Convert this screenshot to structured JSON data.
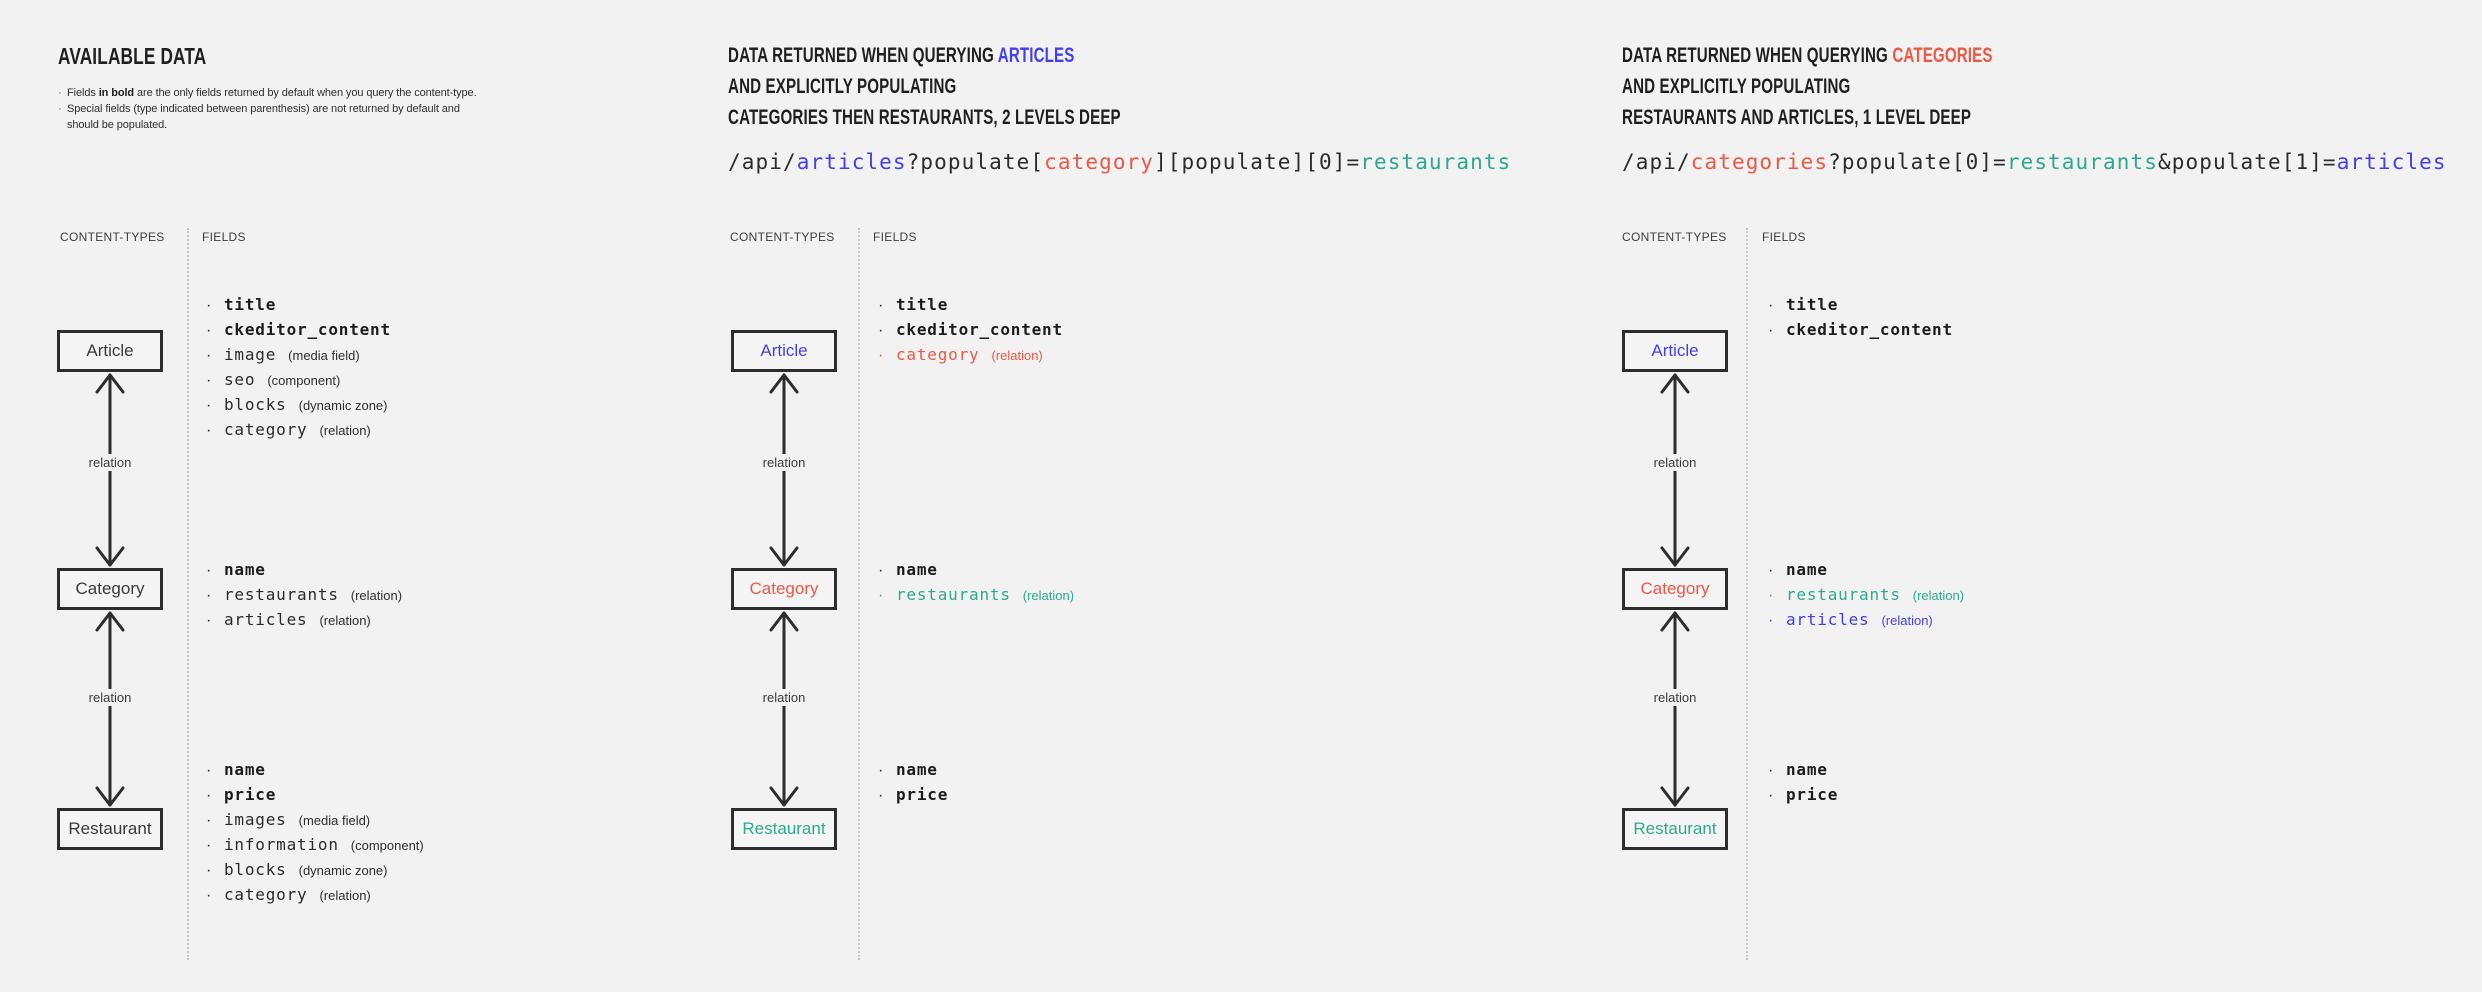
{
  "colors": {
    "background": "#f2f2f2",
    "dark": "#2b2b2b",
    "blue": "#423fee",
    "red": "#ec5845",
    "teal": "#2da98c"
  },
  "panels": [
    {
      "heading": [
        [
          {
            "t": "AVAILABLE DATA"
          }
        ]
      ],
      "notes": [
        [
          {
            "t": "Fields "
          },
          {
            "t": "in bold",
            "b": 1
          },
          {
            "t": " are the only fields returned by default when you query the content-type."
          }
        ],
        [
          {
            "t": "Special fields (type indicated between parenthesis) are not returned by default and should be populated."
          }
        ]
      ],
      "code": [],
      "labels": {
        "left": "CONTENT-TYPES",
        "right": "FIELDS"
      },
      "connectors": [
        {
          "label": "relation"
        },
        {
          "label": "relation"
        }
      ],
      "nodes": [
        {
          "box": "Article",
          "fields": [
            {
              "n": "title",
              "b": 1
            },
            {
              "n": "ckeditor_content",
              "b": 1
            },
            {
              "n": "image",
              "t": "(media field)"
            },
            {
              "n": "seo",
              "t": "(component)"
            },
            {
              "n": "blocks",
              "t": "(dynamic zone)"
            },
            {
              "n": "category",
              "t": "(relation)"
            }
          ]
        },
        {
          "box": "Category",
          "fields": [
            {
              "n": "name",
              "b": 1
            },
            {
              "n": "restaurants",
              "t": "(relation)"
            },
            {
              "n": "articles",
              "t": "(relation)"
            }
          ]
        },
        {
          "box": "Restaurant",
          "fields": [
            {
              "n": "name",
              "b": 1
            },
            {
              "n": "price",
              "b": 1
            },
            {
              "n": "images",
              "t": "(media field)"
            },
            {
              "n": "information",
              "t": "(component)"
            },
            {
              "n": "blocks",
              "t": "(dynamic zone)"
            },
            {
              "n": "category",
              "t": "(relation)"
            }
          ]
        }
      ]
    },
    {
      "heading": [
        [
          {
            "t": "DATA RETURNED WHEN QUERYING "
          },
          {
            "t": "ARTICLES",
            "c": "blue"
          }
        ],
        [
          {
            "t": "AND EXPLICITLY POPULATING"
          }
        ],
        [
          {
            "t": "CATEGORIES THEN RESTAURANTS, 2 LEVELS DEEP"
          }
        ]
      ],
      "notes": [],
      "code": [
        {
          "t": "/api/"
        },
        {
          "t": "articles",
          "c": "blue"
        },
        {
          "t": "?populate["
        },
        {
          "t": "category",
          "c": "red"
        },
        {
          "t": "][populate][0]="
        },
        {
          "t": "restaurants",
          "c": "teal"
        }
      ],
      "labels": {
        "left": "CONTENT-TYPES",
        "right": "FIELDS"
      },
      "connectors": [
        {
          "label": "relation"
        },
        {
          "label": "relation"
        }
      ],
      "nodes": [
        {
          "box": "Article",
          "c": "blue",
          "fields": [
            {
              "n": "title",
              "b": 1
            },
            {
              "n": "ckeditor_content",
              "b": 1
            },
            {
              "n": "category",
              "t": "(relation)",
              "c": "red"
            }
          ]
        },
        {
          "box": "Category",
          "c": "red",
          "fields": [
            {
              "n": "name",
              "b": 1
            },
            {
              "n": "restaurants",
              "t": "(relation)",
              "c": "teal"
            }
          ]
        },
        {
          "box": "Restaurant",
          "c": "teal",
          "fields": [
            {
              "n": "name",
              "b": 1
            },
            {
              "n": "price",
              "b": 1
            }
          ]
        }
      ]
    },
    {
      "heading": [
        [
          {
            "t": "DATA RETURNED WHEN QUERYING "
          },
          {
            "t": "CATEGORIES",
            "c": "red"
          }
        ],
        [
          {
            "t": "AND EXPLICITLY POPULATING"
          }
        ],
        [
          {
            "t": "RESTAURANTS AND ARTICLES, 1 LEVEL DEEP"
          }
        ]
      ],
      "notes": [],
      "code": [
        {
          "t": "/api/"
        },
        {
          "t": "categories",
          "c": "red"
        },
        {
          "t": "?populate[0]="
        },
        {
          "t": "restaurants",
          "c": "teal"
        },
        {
          "t": "&populate[1]="
        },
        {
          "t": "articles",
          "c": "blue"
        }
      ],
      "labels": {
        "left": "CONTENT-TYPES",
        "right": "FIELDS"
      },
      "connectors": [
        {
          "label": "relation"
        },
        {
          "label": "relation"
        }
      ],
      "nodes": [
        {
          "box": "Article",
          "c": "blue",
          "fields": [
            {
              "n": "title",
              "b": 1
            },
            {
              "n": "ckeditor_content",
              "b": 1
            }
          ]
        },
        {
          "box": "Category",
          "c": "red",
          "fields": [
            {
              "n": "name",
              "b": 1
            },
            {
              "n": "restaurants",
              "t": "(relation)",
              "c": "teal"
            },
            {
              "n": "articles",
              "t": "(relation)",
              "c": "blue"
            }
          ]
        },
        {
          "box": "Restaurant",
          "c": "teal",
          "fields": [
            {
              "n": "name",
              "b": 1
            },
            {
              "n": "price",
              "b": 1
            }
          ]
        }
      ]
    }
  ]
}
